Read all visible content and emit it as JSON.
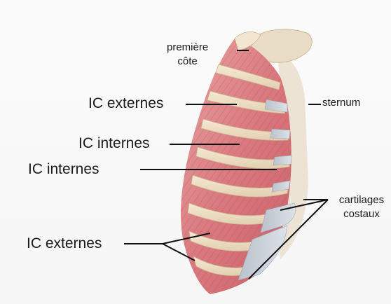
{
  "diagram": {
    "labels": {
      "premiere_cote": [
        "première",
        "côte"
      ],
      "sternum": "sternum",
      "ic_externes_top": "IC externes",
      "ic_internes_1": "IC internes",
      "ic_internes_2": "IC internes",
      "cartilages_costaux": [
        "cartilages",
        "costaux"
      ],
      "ic_externes_bottom": "IC externes"
    },
    "colors": {
      "muscle": "#d8868a",
      "muscle_dark": "#c0545c",
      "rib": "#efe1c8",
      "cartilage": "#c9cfd6",
      "sternum": "#ece3d4",
      "line": "#111111"
    }
  }
}
